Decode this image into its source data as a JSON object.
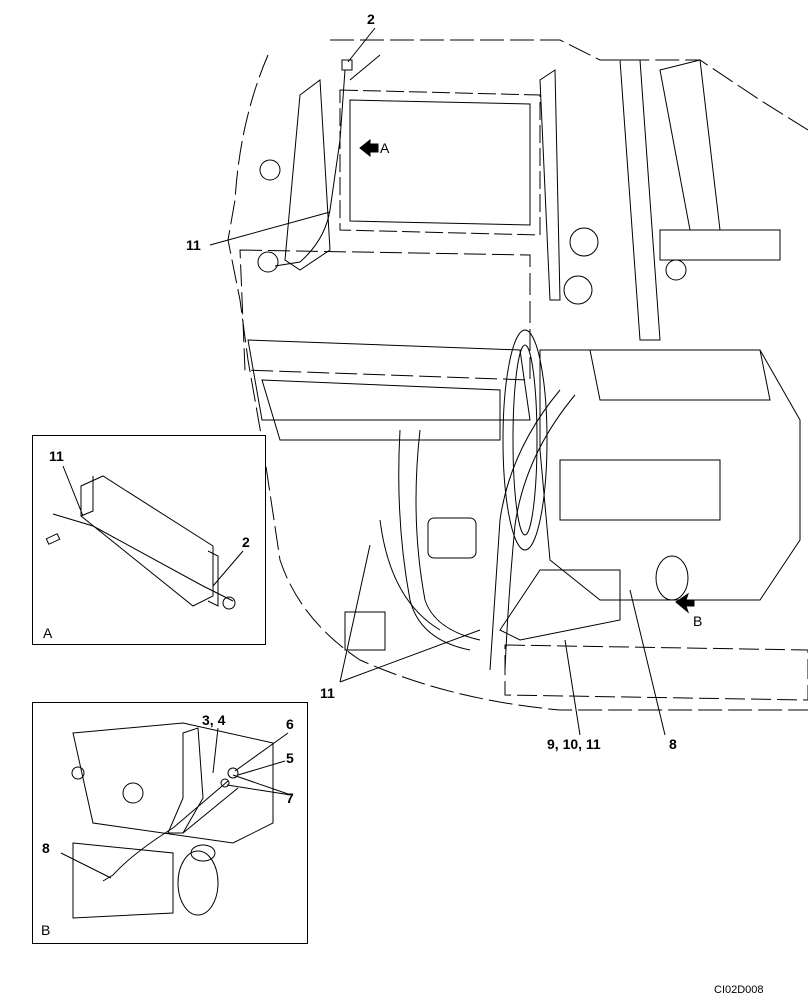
{
  "main_view": {
    "callouts": [
      "2",
      "11",
      "11",
      "9, 10, 11",
      "8"
    ],
    "view_markers": [
      "A",
      "B"
    ]
  },
  "inset_a": {
    "view_letter": "A",
    "callouts": [
      "11",
      "2"
    ]
  },
  "inset_b": {
    "view_letter": "B",
    "callouts": [
      "3, 4",
      "6",
      "5",
      "7",
      "8"
    ]
  },
  "drawing_code": "CI02D008"
}
